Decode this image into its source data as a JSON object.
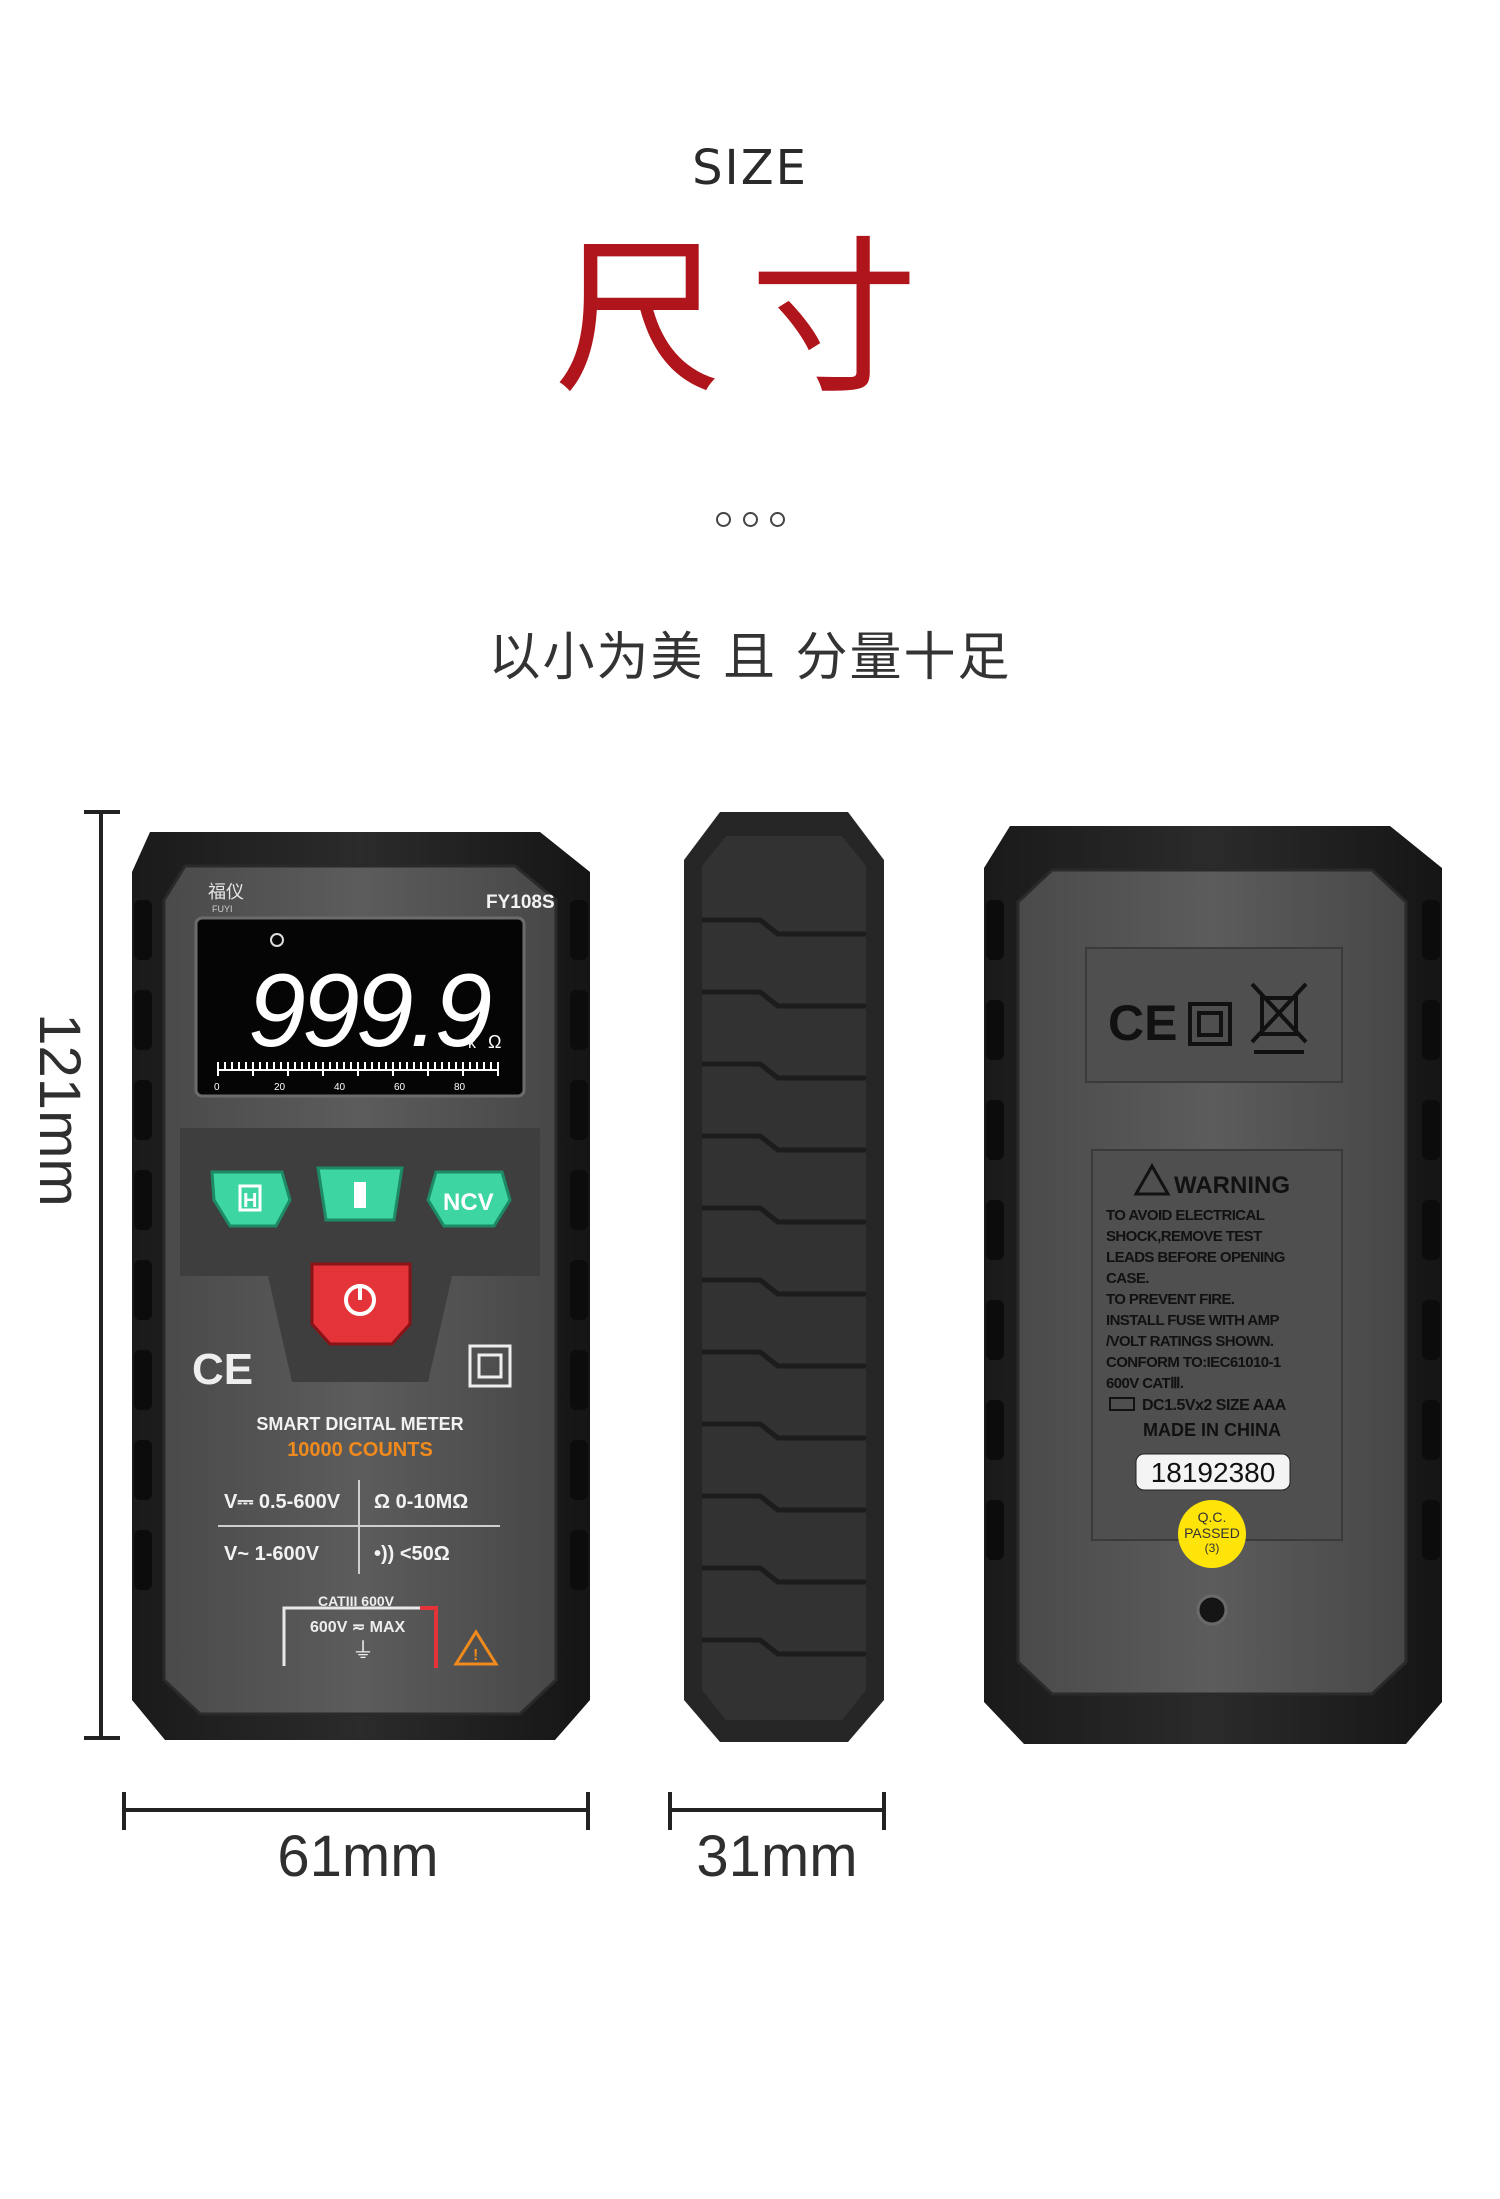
{
  "header": {
    "title_en": "SIZE",
    "title_cn": "尺寸",
    "subtitle": "以小为美 且 分量十足"
  },
  "dimensions": {
    "height": "121mm",
    "width": "61mm",
    "depth": "31mm"
  },
  "front": {
    "brand": "福仪",
    "brand_sub": "FUYI",
    "model": "FY108S",
    "display_value": "999.9",
    "display_unit_k": "k",
    "display_unit_ohm": "Ω",
    "scale_ticks": [
      "0",
      "20",
      "40",
      "60",
      "80"
    ],
    "btn_left": "H",
    "btn_right": "NCV",
    "ce": "CE",
    "product_name": "SMART DIGITAL METER",
    "counts": "10000 COUNTS",
    "spec_dcv": "V⎓ 0.5-600V",
    "spec_ohm": "Ω 0-10MΩ",
    "spec_acv": "V~ 1-600V",
    "spec_cont": "•)) <50Ω",
    "cat": "CATIII 600V",
    "max": "600V ≂ MAX",
    "accent_green": "#3dd5a2",
    "accent_red": "#e5333a",
    "accent_orange": "#f08a1c"
  },
  "back": {
    "ce": "CE",
    "warning_title": "WARNING",
    "warning_lines": [
      "TO AVOID ELECTRICAL",
      "SHOCK,REMOVE TEST",
      "LEADS BEFORE OPENING",
      "CASE.",
      "TO PREVENT FIRE.",
      "INSTALL FUSE WITH AMP",
      "/VOLT RATINGS SHOWN.",
      "CONFORM TO:IEC61010-1",
      "600V CATⅢ."
    ],
    "battery": "DC1.5Vx2 SIZE AAA",
    "made_in": "MADE IN CHINA",
    "serial": "18192380",
    "qc_line1": "Q.C.",
    "qc_line2": "PASSED",
    "qc_line3": "(3)"
  }
}
